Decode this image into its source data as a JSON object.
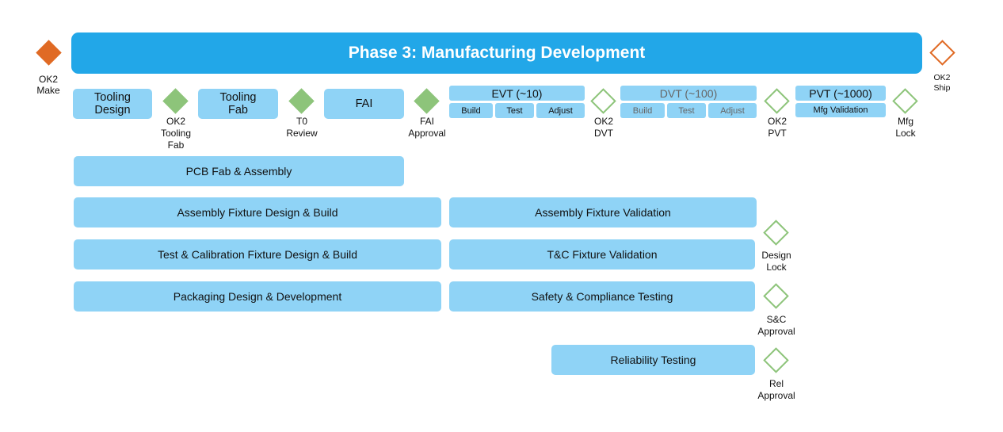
{
  "banner": {
    "title": "Phase 3: Manufacturing Development"
  },
  "milestones": {
    "ok2_make": "OK2\nMake",
    "ok2_ship": "OK2\nShip",
    "ok2_tooling_fab": "OK2\nTooling\nFab",
    "t0_review": "T0\nReview",
    "fai_approval": "FAI\nApproval",
    "ok2_dvt": "OK2\nDVT",
    "ok2_pvt": "OK2\nPVT",
    "mfg_lock": "Mfg\nLock",
    "design_lock": "Design\nLock",
    "sc_approval": "S&C\nApproval",
    "rel_approval": "Rel\nApproval"
  },
  "tasks": {
    "tooling_design": "Tooling\nDesign",
    "tooling_fab": "Tooling\nFab",
    "fai": "FAI",
    "pcb": "PCB Fab & Assembly",
    "assembly_fixture": "Assembly Fixture Design & Build",
    "assembly_fixture_validation": "Assembly Fixture Validation",
    "test_cal_fixture": "Test & Calibration Fixture Design & Build",
    "tc_fixture_validation": "T&C Fixture Validation",
    "packaging": "Packaging Design & Development",
    "safety": "Safety & Compliance Testing",
    "reliability": "Reliability Testing"
  },
  "builds": {
    "evt": {
      "title": "EVT (~10)",
      "steps": [
        "Build",
        "Test",
        "Adjust"
      ]
    },
    "dvt": {
      "title": "DVT (~100)",
      "steps": [
        "Build",
        "Test",
        "Adjust"
      ]
    },
    "pvt": {
      "title": "PVT (~1000)",
      "steps": [
        "Mfg Validation"
      ]
    }
  },
  "colors": {
    "banner": "#22A7E8",
    "task": "#8FD3F6",
    "milestone_orange": "#E06A24",
    "milestone_green": "#8DC47A"
  }
}
